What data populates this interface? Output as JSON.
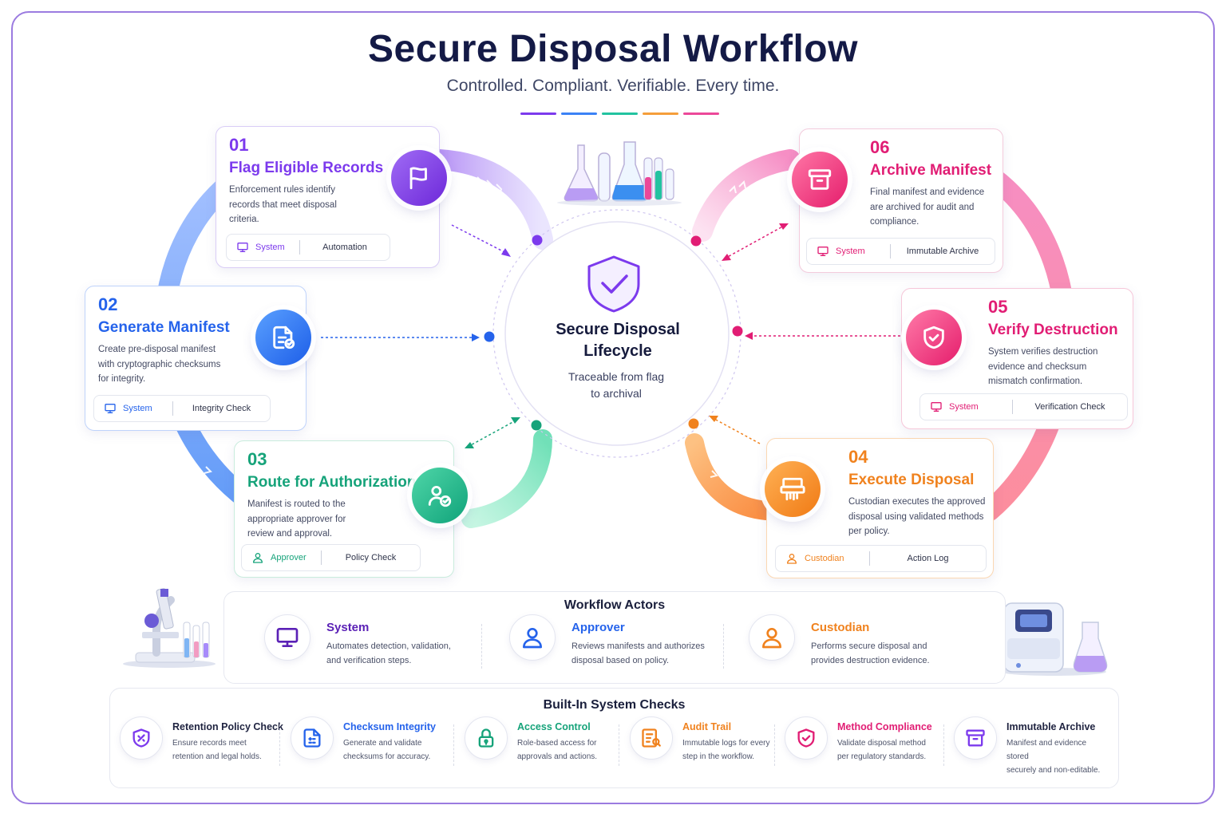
{
  "header": {
    "title": "Secure Disposal Workflow",
    "subtitle": "Controlled. Compliant. Verifiable. Every time.",
    "swatch_colors": [
      "#7c3aed",
      "#3b82f6",
      "#22c3a0",
      "#f59e3a",
      "#ec4899"
    ]
  },
  "center": {
    "title_line1": "Secure Disposal",
    "title_line2": "Lifecycle",
    "subtitle_line1": "Traceable from flag",
    "subtitle_line2": "to archival",
    "icon": "shield-check-icon"
  },
  "steps": [
    {
      "num": "01",
      "title": "Flag Eligible Records",
      "color": "#7c3aed",
      "icon": "flag-icon",
      "desc_lines": [
        "Enforcement rules identify",
        "records that meet disposal",
        "criteria."
      ],
      "actor": "System",
      "actor_icon": "monitor-icon",
      "check": "Automation"
    },
    {
      "num": "02",
      "title": "Generate Manifest",
      "color": "#2563eb",
      "icon": "document-check-icon",
      "desc_lines": [
        "Create pre-disposal manifest",
        "with cryptographic checksums",
        "for integrity."
      ],
      "actor": "System",
      "actor_icon": "monitor-icon",
      "check": "Integrity Check"
    },
    {
      "num": "03",
      "title": "Route for Authorization",
      "color": "#16a37a",
      "icon": "user-approve-icon",
      "desc_lines": [
        "Manifest is routed to the",
        "appropriate approver for",
        "review and approval."
      ],
      "actor": "Approver",
      "actor_icon": "user-icon",
      "check": "Policy Check"
    },
    {
      "num": "04",
      "title": "Execute Disposal",
      "color": "#f0821e",
      "icon": "shredder-icon",
      "desc_lines": [
        "Custodian executes the approved",
        "disposal using validated methods",
        "per policy."
      ],
      "actor": "Custodian",
      "actor_icon": "user-icon",
      "check": "Action Log"
    },
    {
      "num": "05",
      "title": "Verify Destruction",
      "color": "#e11d74",
      "icon": "shield-check-icon",
      "desc_lines": [
        "System verifies destruction",
        "evidence and checksum",
        "mismatch confirmation."
      ],
      "actor": "System",
      "actor_icon": "monitor-icon",
      "check": "Verification Check"
    },
    {
      "num": "06",
      "title": "Archive Manifest",
      "color": "#e11d74",
      "icon": "archive-box-icon",
      "desc_lines": [
        "Final manifest and evidence",
        "are archived for audit and",
        "compliance."
      ],
      "actor": "System",
      "actor_icon": "monitor-icon",
      "check": "Immutable Archive"
    }
  ],
  "actors_panel": {
    "title": "Workflow Actors",
    "actors": [
      {
        "name": "System",
        "color": "#5b21b6",
        "icon": "monitor-icon",
        "desc_lines": [
          "Automates detection, validation,",
          "and verification steps."
        ]
      },
      {
        "name": "Approver",
        "color": "#2563eb",
        "icon": "user-icon",
        "desc_lines": [
          "Reviews manifests and authorizes",
          "disposal based on policy."
        ]
      },
      {
        "name": "Custodian",
        "color": "#f0821e",
        "icon": "user-icon",
        "desc_lines": [
          "Performs secure disposal and",
          "provides destruction evidence."
        ]
      }
    ]
  },
  "checks_panel": {
    "title": "Built-In System Checks",
    "checks": [
      {
        "name": "Retention Policy Check",
        "color": "#1f2340",
        "icon_color": "#7c3aed",
        "icon": "shield-slash-icon",
        "desc_lines": [
          "Ensure records meet",
          "retention and legal holds."
        ]
      },
      {
        "name": "Checksum Integrity",
        "color": "#2563eb",
        "icon_color": "#2563eb",
        "icon": "document-checksum-icon",
        "desc_lines": [
          "Generate and validate",
          "checksums for accuracy."
        ]
      },
      {
        "name": "Access Control",
        "color": "#16a37a",
        "icon_color": "#16a37a",
        "icon": "lock-icon",
        "desc_lines": [
          "Role-based access for",
          "approvals and actions."
        ]
      },
      {
        "name": "Audit Trail",
        "color": "#f0821e",
        "icon_color": "#f0821e",
        "icon": "log-search-icon",
        "desc_lines": [
          "Immutable logs for every",
          "step in the workflow."
        ]
      },
      {
        "name": "Method Compliance",
        "color": "#e11d74",
        "icon_color": "#e11d74",
        "icon": "shield-check-icon",
        "desc_lines": [
          "Validate disposal method",
          "per regulatory standards."
        ]
      },
      {
        "name": "Immutable Archive",
        "color": "#1f2340",
        "icon_color": "#7c3aed",
        "icon": "archive-box-icon",
        "desc_lines": [
          "Manifest and evidence stored",
          "securely and non-editable."
        ]
      }
    ]
  }
}
